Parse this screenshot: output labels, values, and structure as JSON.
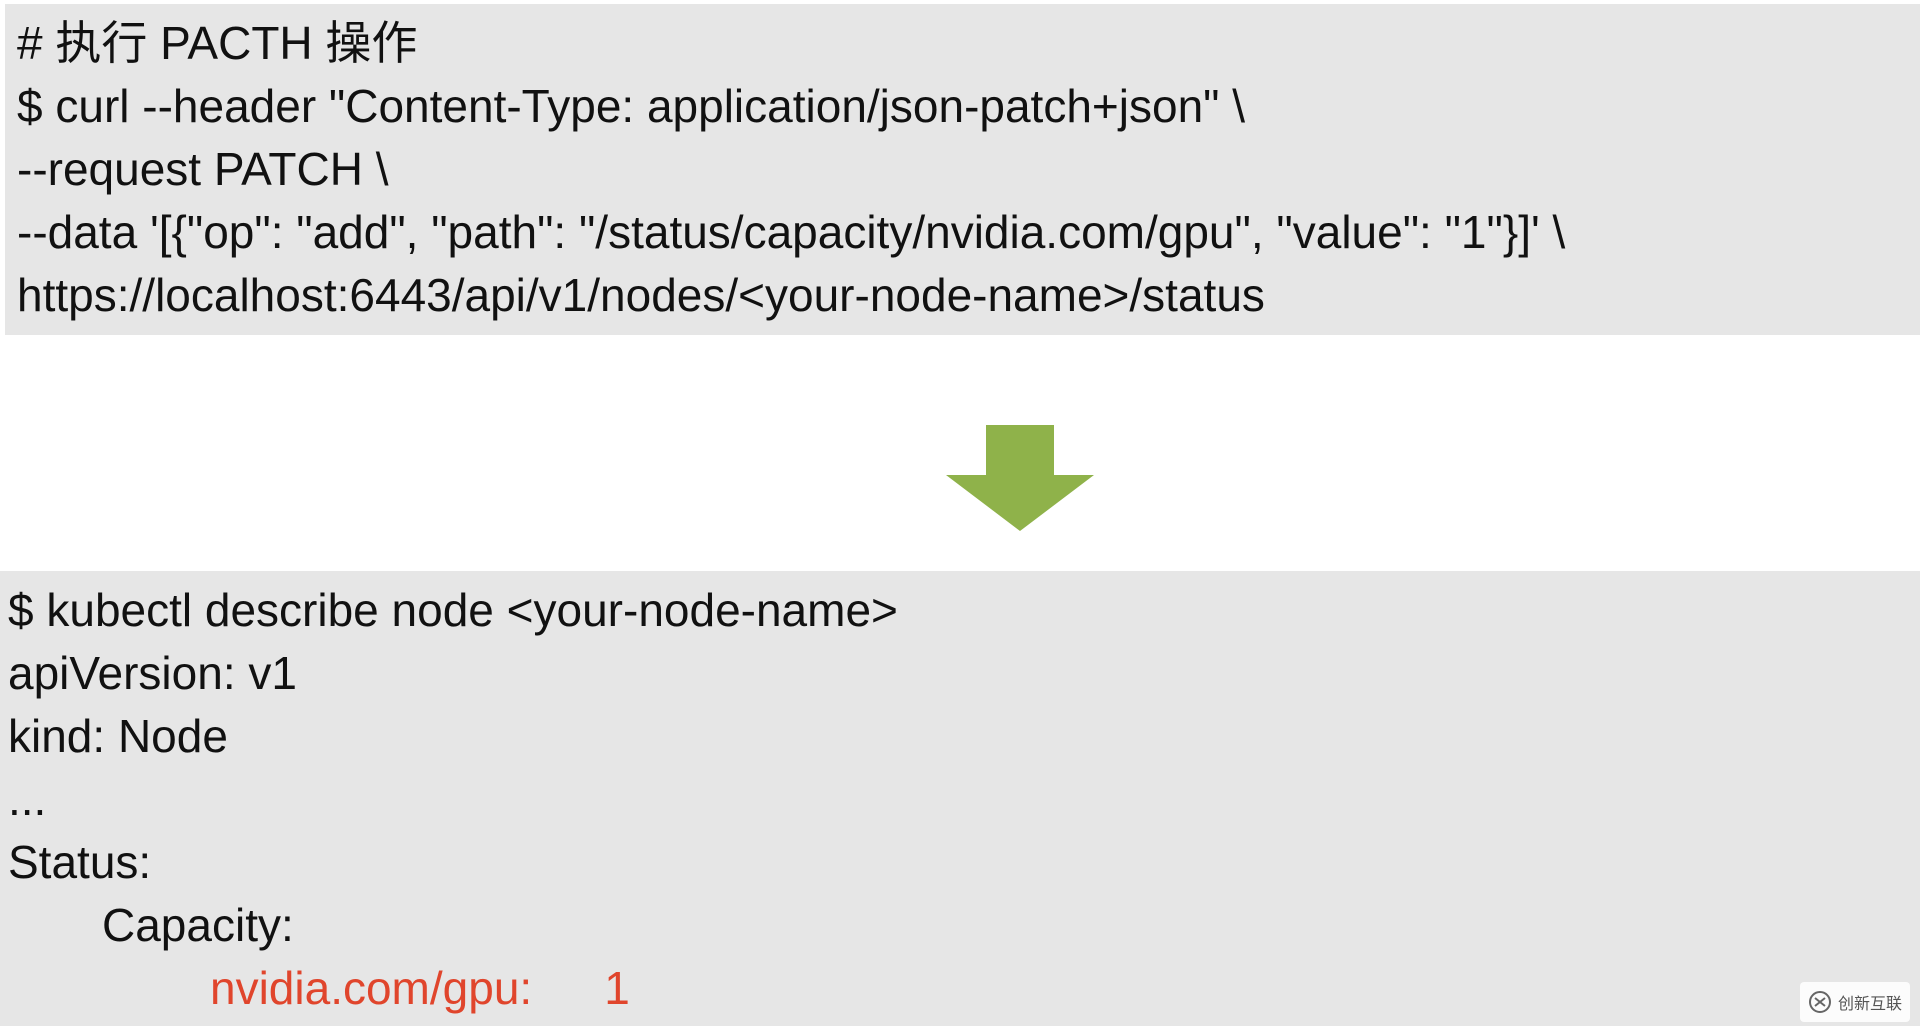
{
  "top_block": {
    "lines": [
      "# 执行 PACTH 操作",
      "$ curl --header \"Content-Type: application/json-patch+json\" \\",
      "--request PATCH \\",
      "--data '[{\"op\": \"add\", \"path\": \"/status/capacity/nvidia.com/gpu\", \"value\": \"1\"}]' \\",
      "https://localhost:6443/api/v1/nodes/<your-node-name>/status"
    ]
  },
  "arrow": {
    "icon": "down-arrow-icon",
    "color": "#8fb24a"
  },
  "bottom_block": {
    "lines": [
      "$ kubectl describe node <your-node-name>",
      "apiVersion: v1",
      "kind: Node",
      "...",
      "Status:",
      "Capacity:"
    ],
    "highlight_key": "nvidia.com/gpu:",
    "highlight_value": "1",
    "highlight_color": "#e0452c"
  },
  "watermark": {
    "text": "创新互联"
  }
}
